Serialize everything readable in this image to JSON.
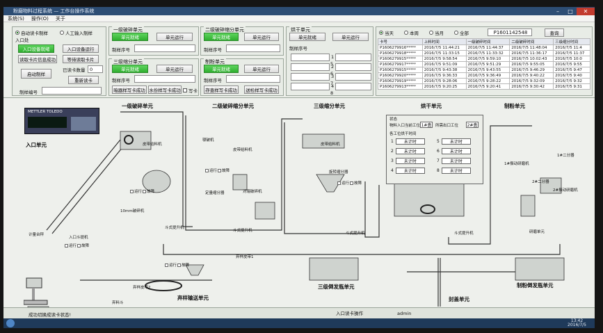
{
  "window": {
    "title": "粉磨物料过程系统 — 工作台操作系统",
    "menu": [
      "系统(S)",
      "操作(O)",
      "关于"
    ]
  },
  "entry": {
    "mode_auto": "自动读卡制样",
    "mode_manual": "人工输入制样",
    "group_label": "入口处",
    "btn_entry_ready": "入口设备就绪",
    "btn_entry_run": "入口设备运行",
    "btn_read_card_info": "读取卡片信息成功",
    "btn_wait_read": "等待读取卡片",
    "btn_start_sample": "启动制样",
    "lbl_read_count": "已读卡数量",
    "read_count": "0",
    "btn_reread": "重新读卡",
    "lbl_sample_no": "制样编号"
  },
  "crush1": {
    "title": "一级破碎单元",
    "ready": "单元就绪",
    "run": "单元运行",
    "sample_no_label": "制样序号"
  },
  "crush2": {
    "title": "二级破碎缩分单元",
    "ready": "单元就绪",
    "run": "单元运行",
    "sample_no_label": "制样序号"
  },
  "div3": {
    "title": "三级缩分单元",
    "ready": "单元就绪",
    "run": "单元运行",
    "sample_no_label": "制样序号",
    "btn_write_card": "暗器样写卡成功",
    "btn_water_write": "水份样写卡成功",
    "chk_write": "写卡"
  },
  "mill": {
    "title": "制粉单元",
    "ready": "单元就绪",
    "run": "单元运行",
    "sample_no_label": "制样序号",
    "btn_store_write": "存查样写卡成功",
    "btn_send_write": "送检样写卡成功"
  },
  "dryer": {
    "title": "烘干单元",
    "ready": "单元就绪",
    "run": "单元运行",
    "sample_no_label": "制样序号",
    "slots": [
      "1",
      "2",
      "3",
      "4",
      "5",
      "6",
      "7",
      "8"
    ]
  },
  "records": {
    "filters": [
      "当天",
      "本周",
      "当月",
      "全部"
    ],
    "selected": "当天",
    "search_value": "P1601142548",
    "search_btn": "查询",
    "columns": [
      "卡号",
      "上料时间",
      "一级破碎时间",
      "二级破碎时间",
      "三级缩分时间"
    ],
    "rows": [
      [
        "P1606279916*****",
        "2016/7/5 11:44:21",
        "2016/7/5 11:44:37",
        "2016/7/5 11:48:04",
        "2016/7/5 11:4"
      ],
      [
        "P1606279918*****",
        "2016/7/5 11:33:15",
        "2016/7/5 11:33:32",
        "2016/7/5 11:36:17",
        "2016/7/5 11:37"
      ],
      [
        "P1606279915*****",
        "2016/7/5 9:58:54",
        "2016/7/5 9:59:10",
        "2016/7/5 10:02:43",
        "2016/7/5 10:0"
      ],
      [
        "P1606279917*****",
        "2016/7/5 9:51:09",
        "2016/7/5 9:51:29",
        "2016/7/5 9:55:05",
        "2016/7/5 9:55"
      ],
      [
        "P1606279915*****",
        "2016/7/5 9:43:38",
        "2016/7/5 9:43:55",
        "2016/7/5 9:46:29",
        "2016/7/5 9:47"
      ],
      [
        "P1606279920*****",
        "2016/7/5 9:36:33",
        "2016/7/5 9:36:49",
        "2016/7/5 9:40:22",
        "2016/7/5 9:40"
      ],
      [
        "P1606279919*****",
        "2016/7/5 9:28:06",
        "2016/7/5 9:28:22",
        "2016/7/5 9:32:09",
        "2016/7/5 9:32"
      ],
      [
        "P1606279913*****",
        "2016/7/5 9:20:25",
        "2016/7/5 9:20:41",
        "2016/7/5 9:30:42",
        "2016/7/5 9:31"
      ]
    ]
  },
  "diagram": {
    "entry_unit": "入口单元",
    "crush1_unit": "一级破碎单元",
    "crush2_unit": "二级破碎缩分单元",
    "div3_unit": "三级缩分单元",
    "dryer_unit": "烘干单元",
    "mill_unit": "制粉单元",
    "disc_unit": "弃样输送单元",
    "pack3_unit": "三级倒发瓶单元",
    "seal_unit": "封盖单元",
    "pack_mill_unit": "制粉倒发瓶单元",
    "scale_label": "计量台秤",
    "entry_lift": "入口斗提机",
    "belt1": "皮带给料机",
    "crusher": "10mm破碎机",
    "lift1": "斗式提升机",
    "crusher2": "颚破机",
    "feeder2": "皮带给料机",
    "divider": "定量缩分器",
    "pair_roll": "对辊破碎机",
    "lift2": "斗式提升机",
    "belt3": "皮带给料机",
    "rot_div": "旋转缩分器",
    "lift3": "斗式提升机",
    "lift4": "斗式提升机",
    "discard_belt1": "弃样皮带1",
    "discard_belt2": "弃样皮带2",
    "discard_bin": "弃料斗",
    "divider_a": "1#二分器",
    "divider_b": "2#二分器",
    "mill1": "1#振动研磨机",
    "mill2": "2#振动研磨机",
    "grind": "研磨单元",
    "status_run": "运行",
    "status_fault": "故障",
    "dry_status_title": "状态",
    "dry_current": "物料入口当前工位",
    "dry_current_val": "1#盒",
    "dry_next": "所需出口工位",
    "dry_next_val": "2#盒",
    "dry_timer_title": "各工位烘干时间",
    "timers": [
      {
        "idx": "1",
        "val": "未计时"
      },
      {
        "idx": "5",
        "val": "未计时"
      },
      {
        "idx": "2",
        "val": "未计时"
      },
      {
        "idx": "6",
        "val": "未计时"
      },
      {
        "idx": "3",
        "val": "未计时"
      },
      {
        "idx": "7",
        "val": "未计时"
      },
      {
        "idx": "4",
        "val": "未计时"
      },
      {
        "idx": "8",
        "val": "未计时"
      }
    ],
    "device_tag": "METTLER TOLEDO"
  },
  "status": {
    "message": "成功切换成读卡状态!",
    "operation": "入口读卡操作",
    "user": "admin"
  },
  "taskbar": {
    "time": "13:42",
    "date": "2016/7/5"
  }
}
